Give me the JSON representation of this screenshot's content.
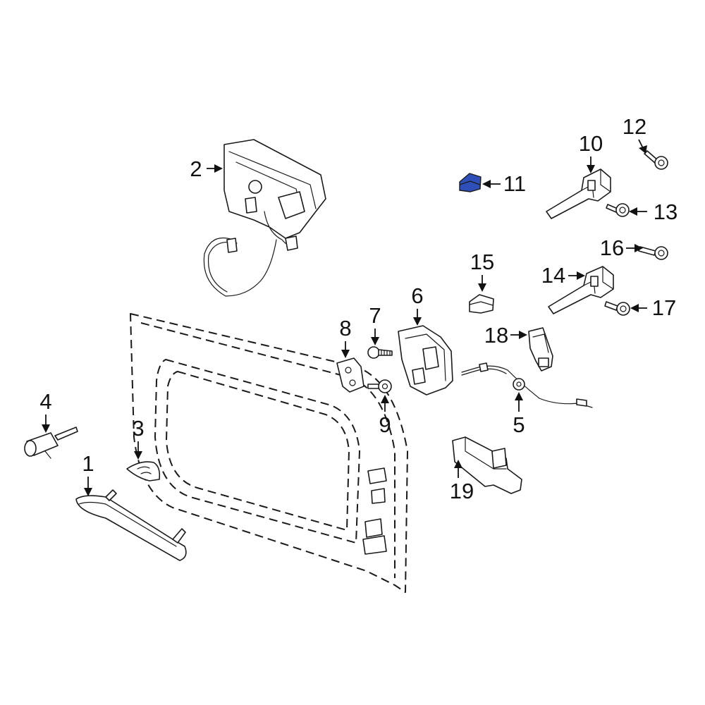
{
  "diagram": {
    "highlight_color": "#2f4fb8",
    "highlighted_part": "11",
    "callouts": [
      {
        "id": "c1",
        "label": "1"
      },
      {
        "id": "c2",
        "label": "2"
      },
      {
        "id": "c3",
        "label": "3"
      },
      {
        "id": "c4",
        "label": "4"
      },
      {
        "id": "c5",
        "label": "5"
      },
      {
        "id": "c6",
        "label": "6"
      },
      {
        "id": "c7",
        "label": "7"
      },
      {
        "id": "c8",
        "label": "8"
      },
      {
        "id": "c9",
        "label": "9"
      },
      {
        "id": "c10",
        "label": "10"
      },
      {
        "id": "c11",
        "label": "11"
      },
      {
        "id": "c12",
        "label": "12"
      },
      {
        "id": "c13",
        "label": "13"
      },
      {
        "id": "c14",
        "label": "14"
      },
      {
        "id": "c15",
        "label": "15"
      },
      {
        "id": "c16",
        "label": "16"
      },
      {
        "id": "c17",
        "label": "17"
      },
      {
        "id": "c18",
        "label": "18"
      },
      {
        "id": "c19",
        "label": "19"
      }
    ]
  }
}
